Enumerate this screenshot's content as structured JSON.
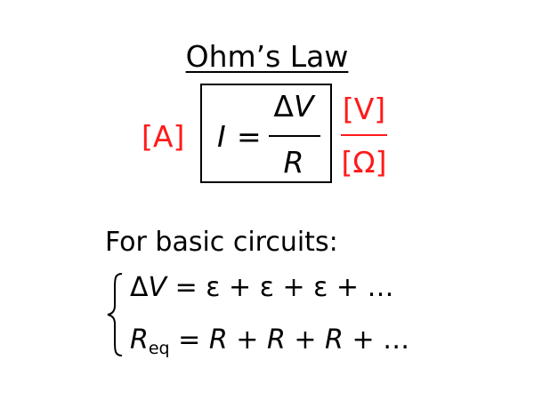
{
  "title": "Ohm’s Law",
  "units": {
    "current": "[A]",
    "voltage": "[V]",
    "resistance": "[Ω]"
  },
  "formula": {
    "lhs": "I",
    "equals": "=",
    "numerator": "ΔV",
    "denominator": "R"
  },
  "subtitle": "For basic circuits:",
  "equations": [
    {
      "lhs": "ΔV",
      "lhs_sub": "",
      "rhs": "= ε + ε + ε + …"
    },
    {
      "lhs": "R",
      "lhs_sub": "eq",
      "rhs_terms": [
        "=",
        "R",
        "+",
        "R",
        "+",
        "R",
        "+ …"
      ]
    }
  ],
  "colors": {
    "units": "#ff1a1a",
    "text": "#000000",
    "background": "#ffffff"
  }
}
